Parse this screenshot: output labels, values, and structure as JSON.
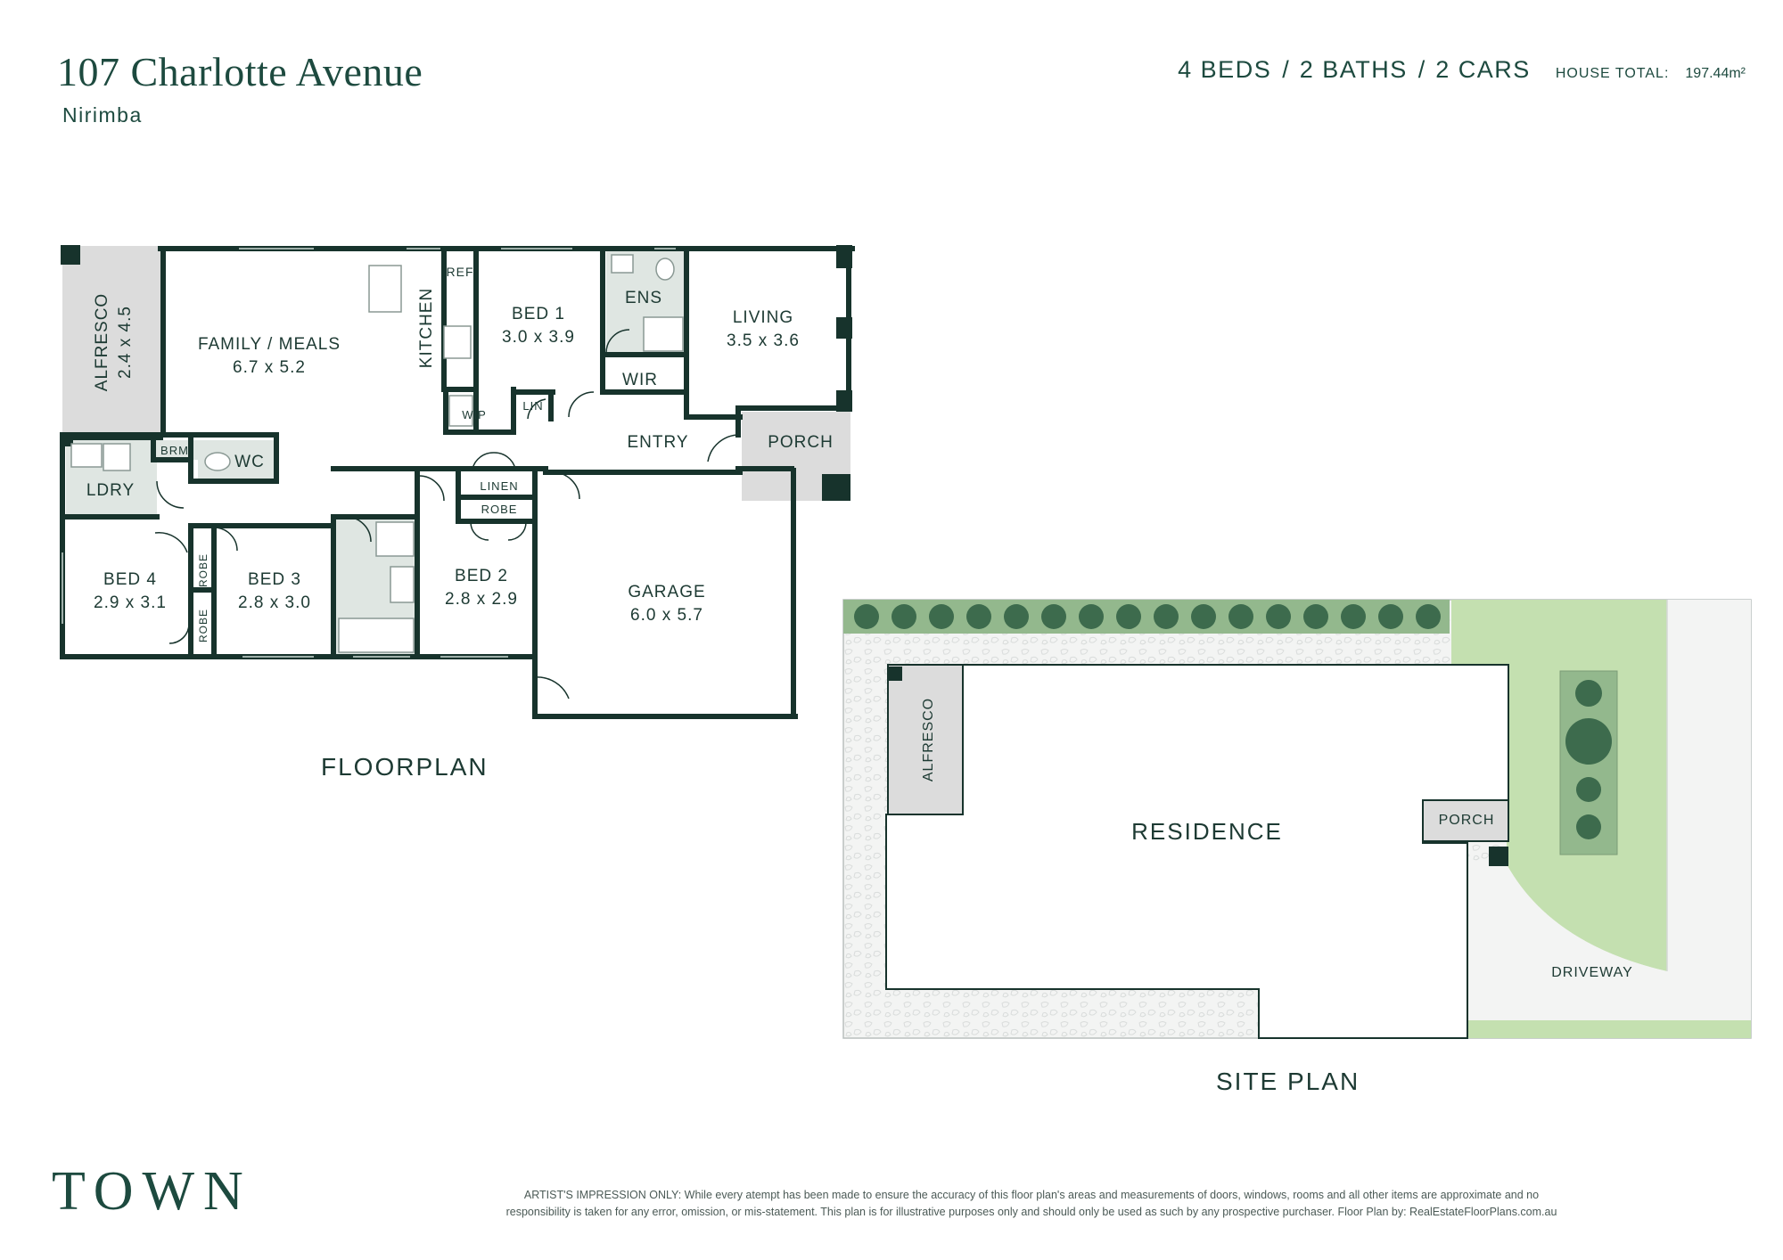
{
  "header": {
    "address": "107 Charlotte Avenue",
    "suburb": "Nirimba",
    "beds": "4 BEDS",
    "baths": "2 BATHS",
    "cars": "2 CARS",
    "separator": "/",
    "house_total_label": "HOUSE TOTAL:",
    "house_total_value": "197.44m²"
  },
  "floorplan": {
    "label": "FLOORPLAN",
    "rooms": {
      "alfresco": {
        "name": "ALFRESCO",
        "dims": "2.4 x 4.5"
      },
      "family_meals": {
        "name": "FAMILY / MEALS",
        "dims": "6.7 x 5.2"
      },
      "kitchen": {
        "name": "KITCHEN"
      },
      "ref": {
        "name": "REF"
      },
      "bed1": {
        "name": "BED 1",
        "dims": "3.0 x 3.9"
      },
      "ens": {
        "name": "ENS"
      },
      "wir": {
        "name": "WIR"
      },
      "living": {
        "name": "LIVING",
        "dims": "3.5 x 3.6"
      },
      "wip": {
        "name": "WIP"
      },
      "lin": {
        "name": "LIN"
      },
      "entry": {
        "name": "ENTRY"
      },
      "porch": {
        "name": "PORCH"
      },
      "brm": {
        "name": "BRM"
      },
      "wc": {
        "name": "WC"
      },
      "ldry": {
        "name": "LDRY"
      },
      "linen": {
        "name": "LINEN"
      },
      "robe": {
        "name": "ROBE"
      },
      "bed4": {
        "name": "BED 4",
        "dims": "2.9 x 3.1"
      },
      "robe_a": {
        "name": "ROBE"
      },
      "robe_b": {
        "name": "ROBE"
      },
      "bed3": {
        "name": "BED 3",
        "dims": "2.8 x 3.0"
      },
      "bed2": {
        "name": "BED 2",
        "dims": "2.8 x 2.9"
      },
      "garage": {
        "name": "GARAGE",
        "dims": "6.0 x 5.7"
      }
    }
  },
  "siteplan": {
    "label": "SITE PLAN",
    "alfresco": "ALFRESCO",
    "residence": "RESIDENCE",
    "porch": "PORCH",
    "driveway": "DRIVEWAY"
  },
  "footer": {
    "brand": "TOWN",
    "disclaimer_line1": "ARTIST'S IMPRESSION ONLY: While every atempt has been made to ensure the accuracy of this floor plan's areas and measurements of doors, windows, rooms and all other items are approximate and no",
    "disclaimer_line2": "responsibility is taken for any error, omission, or mis-statement. This plan is for illustrative purposes only and should only be used as such by any prospective purchaser. Floor Plan by: RealEstateFloorPlans.com.au"
  },
  "colors": {
    "wall": "#17332c",
    "wet_area": "#dfe6e2",
    "alfresco": "#dcdcdc",
    "lawn": "#c4e0b0",
    "tree": "#3d6b4d",
    "hedge_strip": "#93b88d",
    "text": "#1d4a3f"
  }
}
